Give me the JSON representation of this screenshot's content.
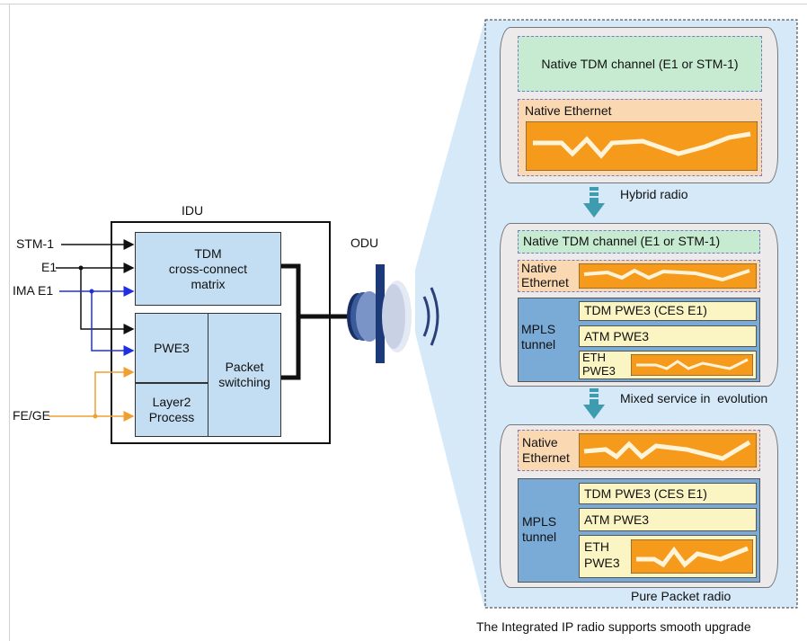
{
  "idu": {
    "title": "IDU",
    "tdm_box": "TDM\ncross-connect\nmatrix",
    "pwe3": "PWE3",
    "layer2": "Layer2\nProcess",
    "packet": "Packet\nswitching"
  },
  "inputs": {
    "stm1": "STM-1",
    "e1": "E1",
    "ima_e1": "IMA E1",
    "fe_ge": "FE/GE"
  },
  "odu": {
    "title": "ODU"
  },
  "panel1": {
    "tdm": "Native TDM channel (E1 or STM-1)",
    "eth": "Native Ethernet"
  },
  "arrow1": "Hybrid radio",
  "panel2": {
    "tdm": "Native TDM channel (E1 or STM-1)",
    "eth": "Native\nEthernet",
    "mpls": "MPLS\ntunnel",
    "tdm_pwe3": "TDM PWE3 (CES E1)",
    "atm_pwe3": "ATM PWE3",
    "eth_pwe3": "ETH\nPWE3"
  },
  "arrow2": "Mixed service in  evolution",
  "panel3": {
    "eth": "Native\nEthernet",
    "mpls": "MPLS\ntunnel",
    "tdm_pwe3": "TDM PWE3 (CES E1)",
    "atm_pwe3": "ATM PWE3",
    "eth_pwe3": "ETH\nPWE3"
  },
  "footer_pure": "Pure Packet radio",
  "caption": "The Integrated IP radio supports smooth upgrade",
  "colors": {
    "idu_box": "#c3def3",
    "tdm_green": "#c6ebd0",
    "eth_peach": "#fad8b2",
    "traffic_orange": "#f69a1b",
    "pwe3_yellow": "#fbf5c3",
    "mpls_blue": "#7aaad6",
    "beam_blue": "#d5e9f8",
    "arrow_teal": "#3f9bb0",
    "line_blue": "#1f2ee0",
    "line_orange": "#f0a030"
  }
}
